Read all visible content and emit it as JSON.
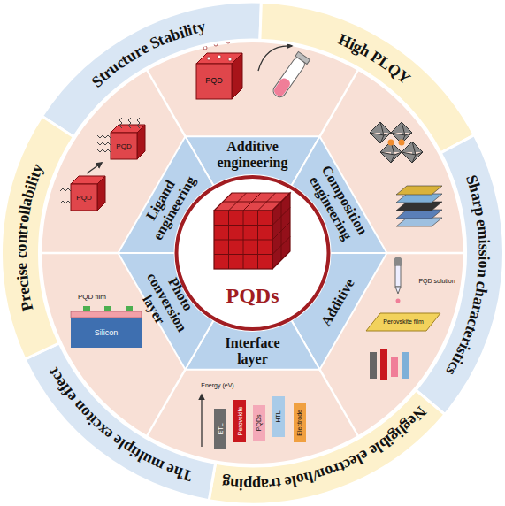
{
  "diagram": {
    "nodes": [
      {
        "text": [
          "Structure Stability"
        ]
      },
      {
        "text": [
          "High PLQY"
        ]
      },
      {
        "text": [
          "Sharp emission characteristics"
        ]
      },
      {
        "text": [
          "Negligible electron/hole trapping"
        ]
      },
      {
        "text": [
          "The multiple exciton effect"
        ]
      },
      {
        "text": [
          "Precise controllability"
        ]
      },
      {
        "text": [
          "Additive engineering"
        ]
      },
      {
        "text": [
          "Composition engineering"
        ]
      },
      {
        "text": [
          "Additive"
        ]
      },
      {
        "text": [
          "Interface layer"
        ]
      },
      {
        "text": [
          "Photo conversion layer"
        ]
      },
      {
        "text": [
          "Ligand engineering"
        ]
      },
      {
        "text": [
          "PQDs"
        ]
      }
    ],
    "labels": [
      "PQD",
      "PQD solution",
      "Perovskite film",
      "Energy (eV)",
      "ETL",
      "Perovskite",
      "PQDs",
      "HTL",
      "Electrode",
      "PQD film",
      "Silicon",
      "PQD",
      "PQD"
    ]
  }
}
